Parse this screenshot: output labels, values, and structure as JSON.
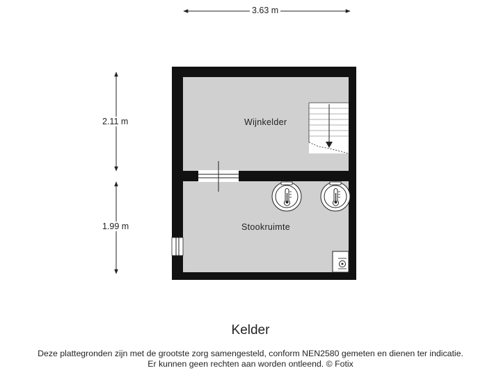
{
  "floor_title": "Kelder",
  "disclaimer": {
    "line1": "Deze plattegronden zijn met de grootste zorg samengesteld, conform NEN2580 gemeten en dienen ter indicatie.",
    "line2": "Er kunnen geen rechten aan worden ontleend. © Fotix"
  },
  "dimensions": {
    "width": "3.63 m",
    "height_top": "2.11 m",
    "height_bottom": "1.99 m"
  },
  "rooms": {
    "top": "Wijnkelder",
    "bottom": "Stookruimte"
  },
  "colors": {
    "wall": "#111111",
    "floor": "#d0d0d0",
    "line": "#222222",
    "fixture": "#ffffff"
  },
  "icons": {
    "boiler_1": "boiler-icon",
    "boiler_2": "boiler-icon",
    "meter": "meter-cabinet-icon",
    "stairs": "staircase-icon",
    "door": "door-opening-icon",
    "window": "window-icon"
  }
}
